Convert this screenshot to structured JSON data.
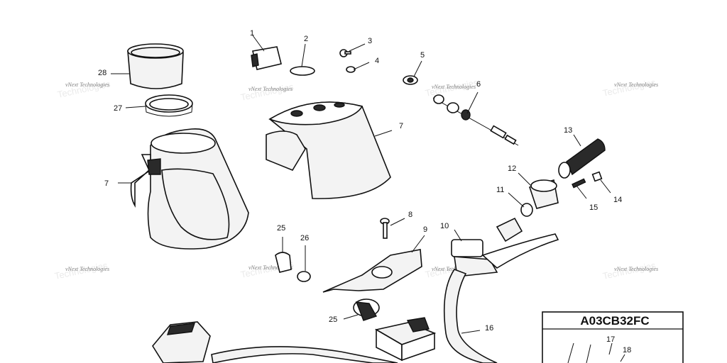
{
  "diagram": {
    "box_code": "A03CB32FC",
    "callouts": [
      "1",
      "2",
      "3",
      "4",
      "5",
      "6",
      "7",
      "7",
      "8",
      "9",
      "10",
      "11",
      "12",
      "13",
      "14",
      "15",
      "16",
      "17",
      "18",
      "25",
      "25",
      "26",
      "27",
      "28"
    ],
    "watermark": "vNext Technologies"
  }
}
